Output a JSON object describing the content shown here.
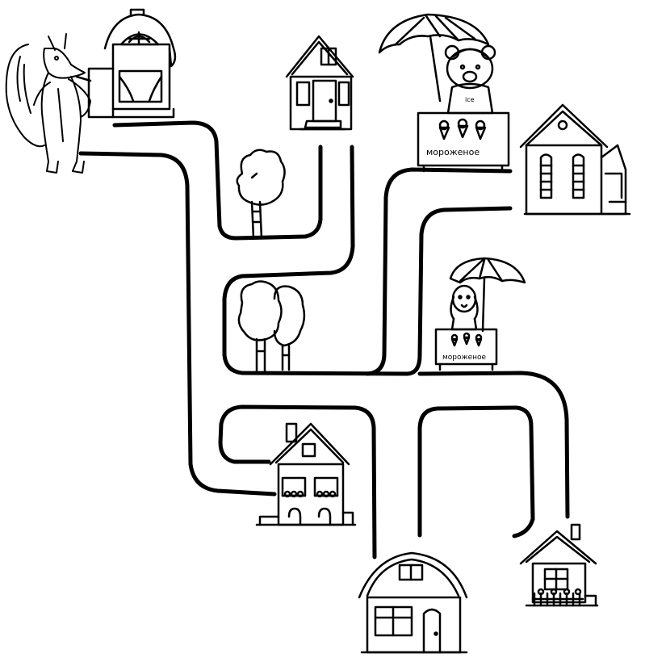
{
  "scene": {
    "stand_sign_1": "мороженое",
    "stand_sign_2": "мороженое",
    "bear_shirt_text": "ice",
    "colors": {
      "ink": "#000000",
      "paper": "#ffffff"
    },
    "icons": [
      "fox-icon",
      "house-icon",
      "tree-icon",
      "ice-cream-stand-icon",
      "umbrella-icon",
      "bear-icon",
      "dog-icon"
    ]
  }
}
